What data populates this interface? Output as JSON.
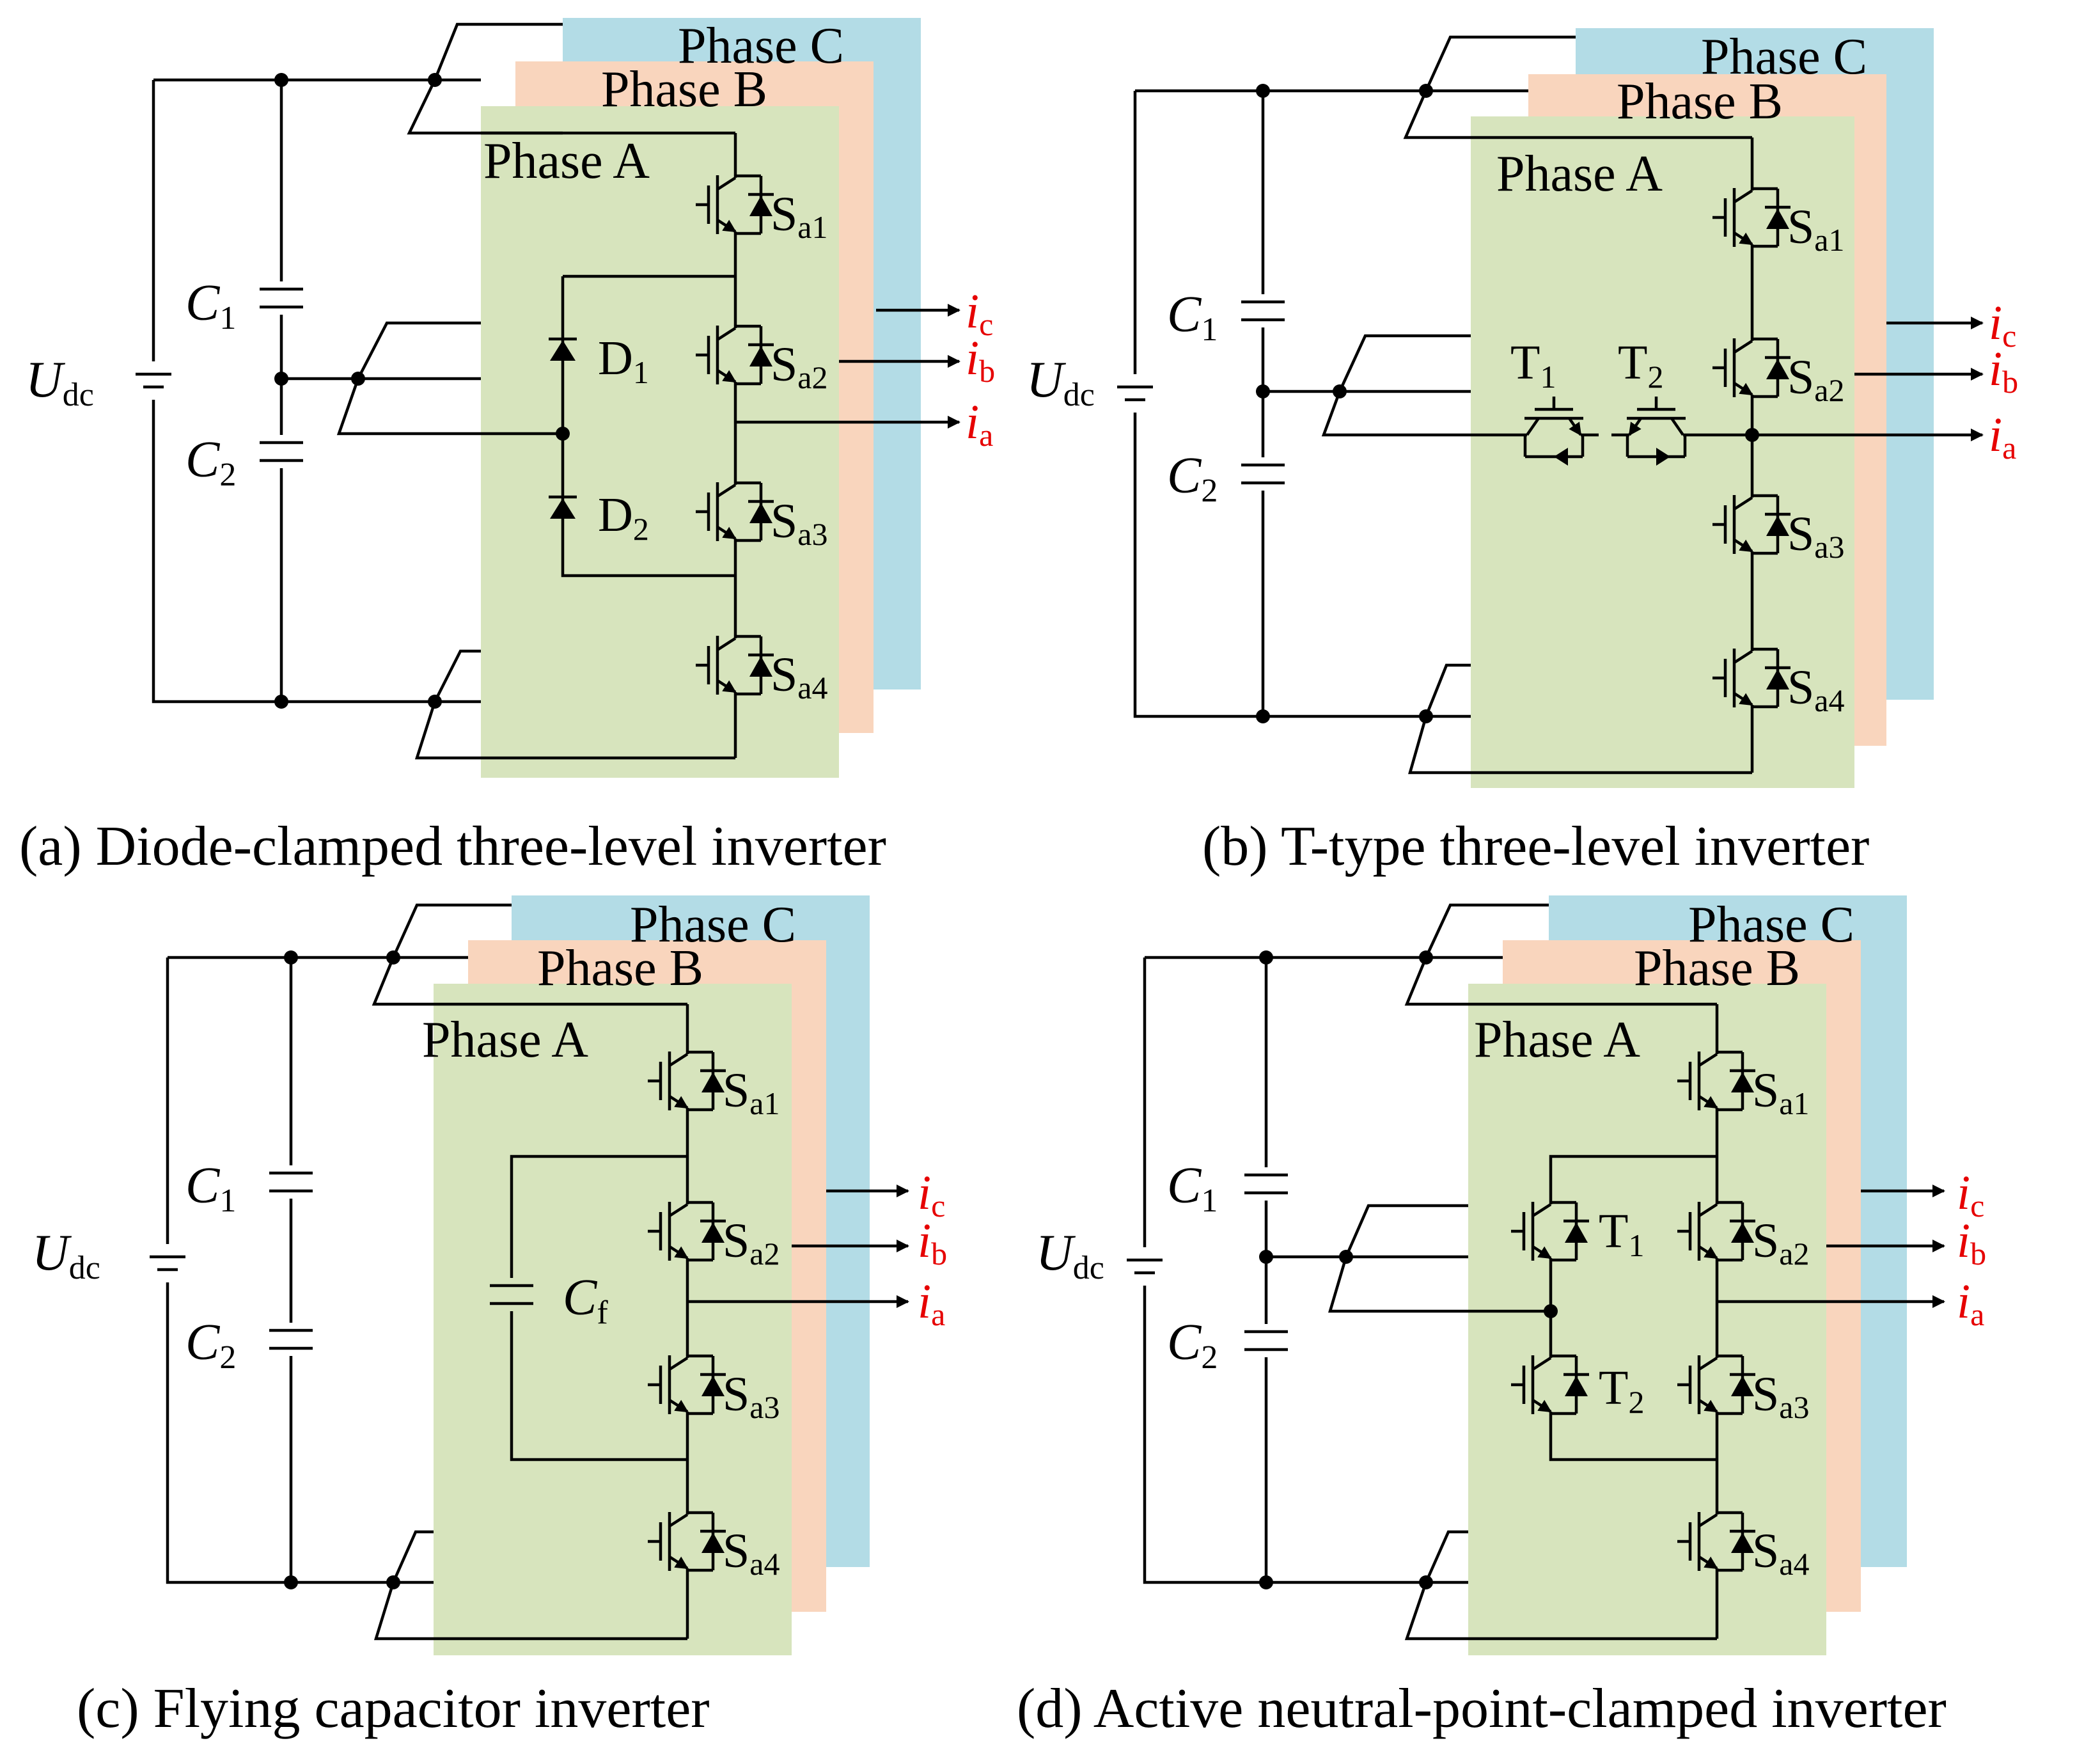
{
  "colors": {
    "phase_a": "#d7e4bd",
    "phase_b": "#f9d5bd",
    "phase_c": "#b3dce6",
    "current_label": "#e60000"
  },
  "phases": {
    "a": "Phase A",
    "b": "Phase B",
    "c": "Phase C"
  },
  "dc": {
    "U": "U",
    "sub": "dc"
  },
  "capacitors": {
    "c1": {
      "main": "C",
      "sub": "1"
    },
    "c2": {
      "main": "C",
      "sub": "2"
    },
    "cf": {
      "main": "C",
      "sub": "f"
    }
  },
  "diodes": {
    "d1": {
      "main": "D",
      "sub": "1"
    },
    "d2": {
      "main": "D",
      "sub": "2"
    }
  },
  "aux_switches": {
    "t1": {
      "main": "T",
      "sub": "1"
    },
    "t2": {
      "main": "T",
      "sub": "2"
    }
  },
  "switches": {
    "s1": {
      "main": "S",
      "sub": "a1"
    },
    "s2": {
      "main": "S",
      "sub": "a2"
    },
    "s3": {
      "main": "S",
      "sub": "a3"
    },
    "s4": {
      "main": "S",
      "sub": "a4"
    }
  },
  "currents": {
    "ia": {
      "main": "i",
      "sub": "a"
    },
    "ib": {
      "main": "i",
      "sub": "b"
    },
    "ic": {
      "main": "i",
      "sub": "c"
    }
  },
  "captions": {
    "a": "(a) Diode-clamped three-level inverter",
    "b": "(b) T-type three-level inverter",
    "c": "(c) Flying capacitor inverter",
    "d": "(d) Active neutral-point-clamped inverter"
  }
}
